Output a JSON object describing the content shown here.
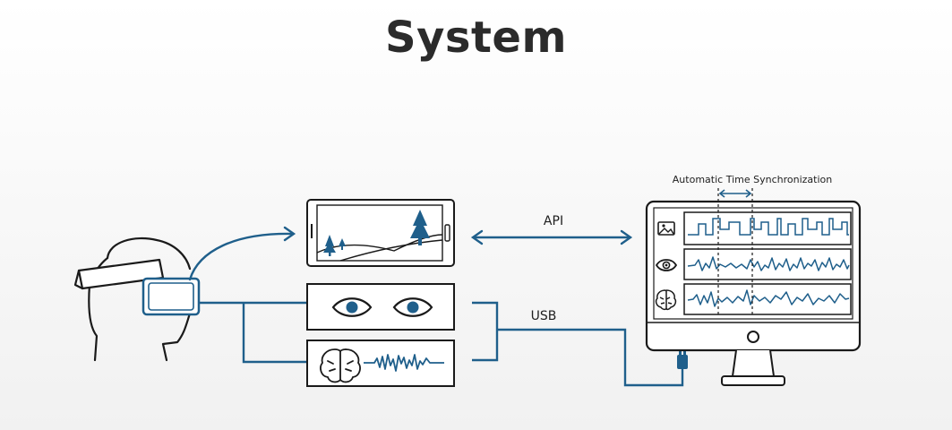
{
  "title": "System",
  "labels": {
    "api": "API",
    "usb": "USB",
    "sync": "Automatic Time Synchronization"
  },
  "icons": {
    "head": "head-with-vr-headset-icon",
    "display": "phone-display-landscape-icon",
    "eye_tracker": "eyes-icon",
    "eeg": "brain-icon",
    "eeg_signal": "brainwave-signal-icon",
    "usb": "usb-plug-icon",
    "computer": "desktop-monitor-icon",
    "image_row": "image-icon",
    "eye_row": "eye-icon",
    "brain_row": "brain-icon"
  },
  "colors": {
    "accent": "#1f5f8b",
    "stroke": "#1a1a1a",
    "text": "#2b2b2b"
  }
}
